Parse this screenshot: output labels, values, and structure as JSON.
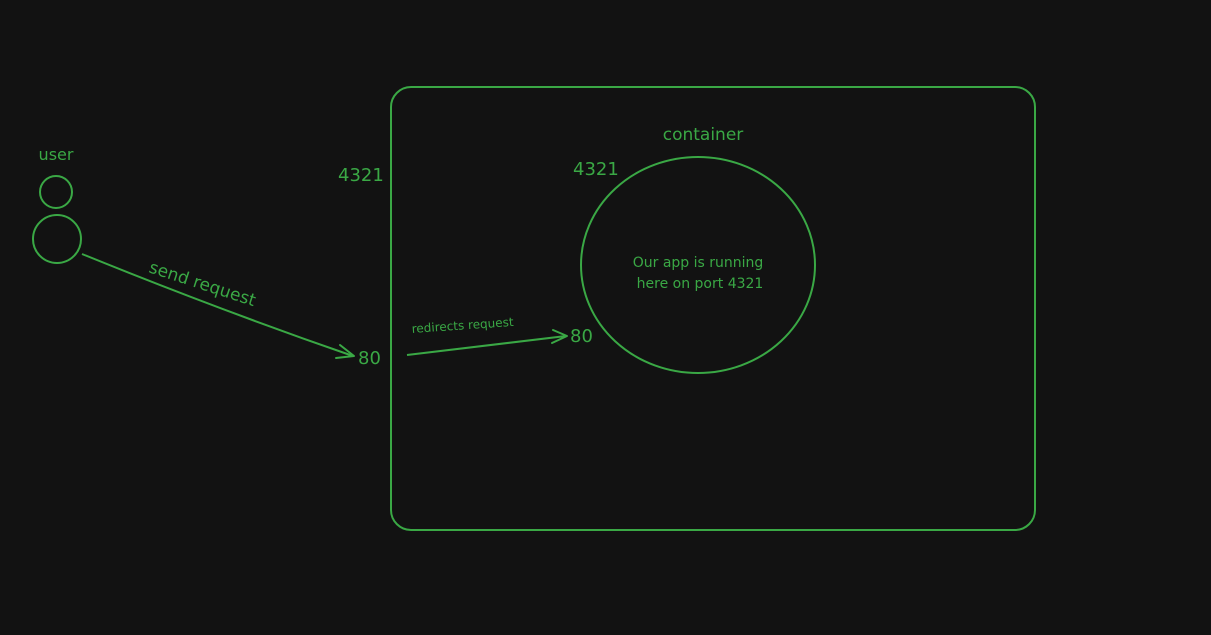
{
  "theme": {
    "background": "#121212",
    "stroke": "#3aa845",
    "text": "#3aa845"
  },
  "labels": {
    "user": "user",
    "send_request": "send request",
    "host_port_outer": "4321",
    "host_port_80": "80",
    "redirects_request": "redirects request",
    "container": "container",
    "container_port_4321": "4321",
    "container_port_80": "80",
    "app_line1": "Our app is running",
    "app_line2": "here on port 4321"
  }
}
